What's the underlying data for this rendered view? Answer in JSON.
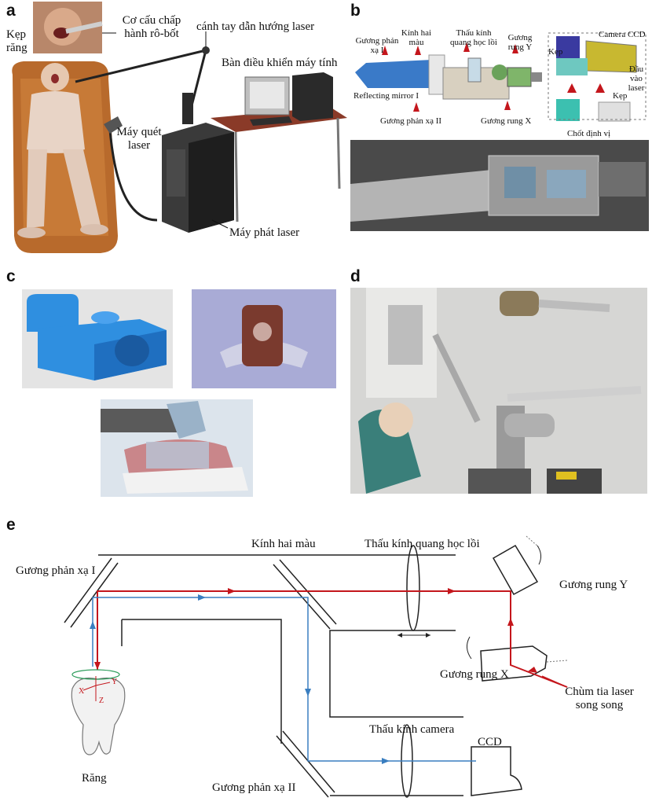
{
  "panels": {
    "a": {
      "label": "a",
      "labels": {
        "kep_rang": "Kẹp răng",
        "co_cau": "Cơ cấu chấp hành rô-bốt",
        "canh_tay": "cánh tay dẫn hướng laser",
        "ban_dieu_khien": "Bàn điều khiển máy tính",
        "may_quet": "Máy quét laser",
        "may_phat": "Máy phát laser"
      }
    },
    "b": {
      "label": "b",
      "labels": {
        "guong_phan_xa_1": "Gương phản xạ I",
        "kinh_hai_mau": "Kính hai màu",
        "thau_kinh": "Thấu kính quang học lồi",
        "guong_rung_y": "Gương rung Y",
        "camera_ccd": "Camera CCD",
        "kep_1": "Kẹp",
        "dau_vao": "Đầu vào laser",
        "reflecting_mirror": "Reflecting mirror I",
        "guong_phan_xa_2": "Gương phản xạ II",
        "guong_rung_x": "Gương rung X",
        "kep_2": "Kẹp",
        "chot": "Chốt định vị"
      }
    },
    "c": {
      "label": "c"
    },
    "d": {
      "label": "d"
    },
    "e": {
      "label": "e",
      "labels": {
        "kinh_hai_mau": "Kính hai màu",
        "thau_kinh_loi": "Thấu kính quang học lồi",
        "guong_phan_xa_1": "Gương phản xạ I",
        "guong_rung_y": "Gương rung Y",
        "guong_rung_x": "Gương rung X",
        "chum_tia": "Chùm tia laser song song",
        "thau_kinh_camera": "Thấu kính camera",
        "ccd": "CCD",
        "rang": "Răng",
        "guong_phan_xa_2": "Gương phản xạ II",
        "axis_x": "X",
        "axis_y": "Y",
        "axis_z": "Z"
      }
    }
  },
  "colors": {
    "laser": "#c4161c",
    "camera_path": "#3a7ec0",
    "line": "#222222",
    "model_blue": "#2f8fe0"
  }
}
